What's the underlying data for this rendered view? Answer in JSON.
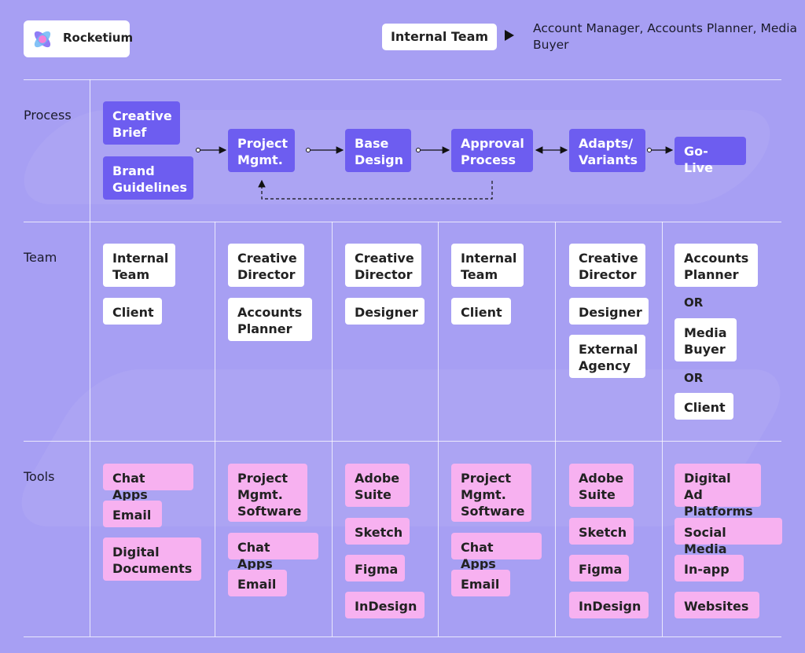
{
  "brand": {
    "name": "Rocketium"
  },
  "legend": {
    "box_label": "Internal Team",
    "description": "Account Manager, Accounts Planner, Media Buyer"
  },
  "rows": {
    "process": "Process",
    "team": "Team",
    "tools": "Tools"
  },
  "process": {
    "creative_brief": "Creative Brief",
    "brand_guidelines": "Brand Guidelines",
    "project_mgmt": "Project Mgmt.",
    "base_design": "Base Design",
    "approval_process": "Approval Process",
    "adapts_variants": "Adapts/ Variants",
    "go_live": "Go-Live"
  },
  "team": {
    "col1": [
      "Internal Team",
      "Client"
    ],
    "col2": [
      "Creative Director",
      "Accounts Planner"
    ],
    "col3": [
      "Creative Director",
      "Designer"
    ],
    "col4": [
      "Internal Team",
      "Client"
    ],
    "col5": [
      "Creative Director",
      "Designer",
      "External Agency"
    ],
    "col6": [
      "Accounts Planner",
      "Media Buyer",
      "Client"
    ],
    "or_label": "OR"
  },
  "tools": {
    "col1": [
      "Chat Apps",
      "Email",
      "Digital Documents"
    ],
    "col2": [
      "Project Mgmt. Software",
      "Chat Apps",
      "Email"
    ],
    "col3": [
      "Adobe Suite",
      "Sketch",
      "Figma",
      "InDesign"
    ],
    "col4": [
      "Project Mgmt. Software",
      "Chat Apps",
      "Email"
    ],
    "col5": [
      "Adobe Suite",
      "Sketch",
      "Figma",
      "InDesign"
    ],
    "col6": [
      "Digital Ad Platforms",
      "Social Media",
      "In-app",
      "Websites"
    ]
  },
  "colors": {
    "background": "#a79ff3",
    "process_box": "#6d5df0",
    "team_box": "#ffffff",
    "tool_box": "#f7b1f0"
  }
}
